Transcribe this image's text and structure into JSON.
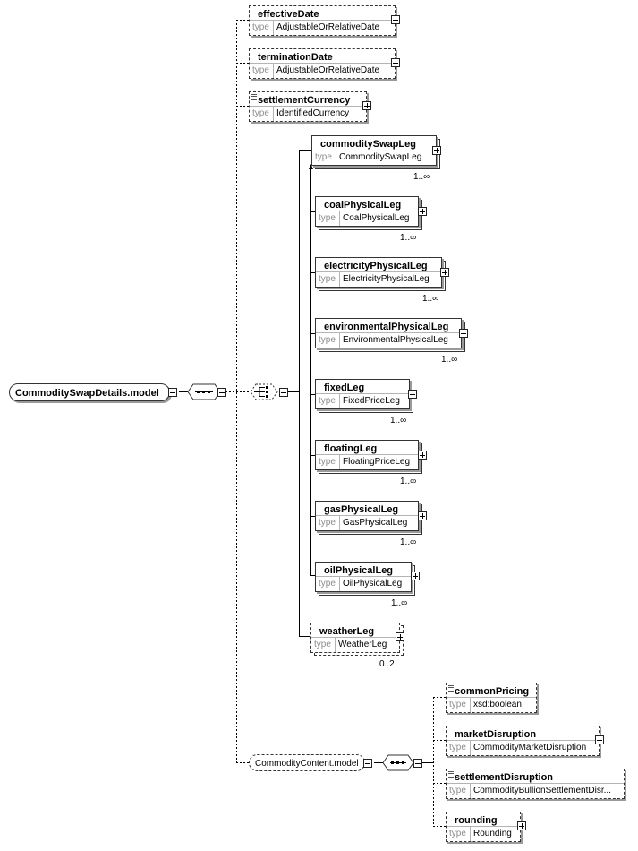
{
  "root": {
    "name": "CommoditySwapDetails.model"
  },
  "top_elements": [
    {
      "name": "effectiveDate",
      "type_key": "type",
      "type": "AdjustableOrRelativeDate"
    },
    {
      "name": "terminationDate",
      "type_key": "type",
      "type": "AdjustableOrRelativeDate"
    },
    {
      "name": "settlementCurrency",
      "type_key": "type",
      "type": "IdentifiedCurrency"
    }
  ],
  "choice_elements": [
    {
      "name": "commoditySwapLeg",
      "type_key": "type",
      "type": "CommoditySwapLeg",
      "cardinality": "1..∞"
    },
    {
      "name": "coalPhysicalLeg",
      "type_key": "type",
      "type": "CoalPhysicalLeg",
      "cardinality": "1..∞"
    },
    {
      "name": "electricityPhysicalLeg",
      "type_key": "type",
      "type": "ElectricityPhysicalLeg",
      "cardinality": "1..∞"
    },
    {
      "name": "environmentalPhysicalLeg",
      "type_key": "type",
      "type": "EnvironmentalPhysicalLeg",
      "cardinality": "1..∞"
    },
    {
      "name": "fixedLeg",
      "type_key": "type",
      "type": "FixedPriceLeg",
      "cardinality": "1..∞"
    },
    {
      "name": "floatingLeg",
      "type_key": "type",
      "type": "FloatingPriceLeg",
      "cardinality": "1..∞"
    },
    {
      "name": "gasPhysicalLeg",
      "type_key": "type",
      "type": "GasPhysicalLeg",
      "cardinality": "1..∞"
    },
    {
      "name": "oilPhysicalLeg",
      "type_key": "type",
      "type": "OilPhysicalLeg",
      "cardinality": "1..∞"
    },
    {
      "name": "weatherLeg",
      "type_key": "type",
      "type": "WeatherLeg",
      "cardinality": "0..2"
    }
  ],
  "commodity_content": {
    "name": "CommodityContent.model",
    "elements": [
      {
        "name": "commonPricing",
        "type_key": "type",
        "type": "xsd:boolean"
      },
      {
        "name": "marketDisruption",
        "type_key": "type",
        "type": "CommodityMarketDisruption"
      },
      {
        "name": "settlementDisruption",
        "type_key": "type",
        "type": "CommodityBullionSettlementDisr..."
      },
      {
        "name": "rounding",
        "type_key": "type",
        "type": "Rounding"
      }
    ]
  },
  "icons": {
    "expand": "plus-box-icon",
    "collapse": "minus-box-icon",
    "sequence": "sequence-compositor-icon",
    "choice": "choice-compositor-icon",
    "documentation": "documentation-icon"
  }
}
